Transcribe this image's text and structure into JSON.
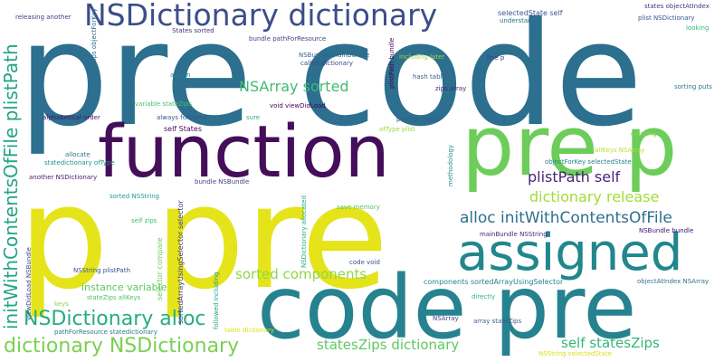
{
  "cloud": {
    "words": [
      {
        "text": "pre code",
        "color": "#2c6f8f"
      },
      {
        "text": "p pre",
        "color": "#e5e41a"
      },
      {
        "text": "code pre",
        "color": "#26828e"
      },
      {
        "text": "function",
        "color": "#440e5a"
      },
      {
        "text": "pre p",
        "color": "#6ccd5a"
      },
      {
        "text": "assigned",
        "color": "#21878c"
      },
      {
        "text": "NSDictionary dictionary",
        "color": "#3b4e8a"
      },
      {
        "text": "initWithContentsOfFile plistPath",
        "color": "#23a584"
      },
      {
        "text": "NSDictionary alloc",
        "color": "#27ad80"
      },
      {
        "text": "dictionary NSDictionary",
        "color": "#7ad052"
      },
      {
        "text": "alloc initWithContentsOfFile",
        "color": "#2e6f8e"
      },
      {
        "text": "plistPath self",
        "color": "#482576"
      },
      {
        "text": "dictionary release",
        "color": "#a5db36"
      },
      {
        "text": "NSArray sorted",
        "color": "#3fbc73"
      },
      {
        "text": "sorted components",
        "color": "#8fd744"
      },
      {
        "text": "statesZips dictionary",
        "color": "#5ec962"
      },
      {
        "text": "self statesZips",
        "color": "#34b679"
      },
      {
        "text": "instance variable",
        "color": "#5dc863"
      },
      {
        "text": "selectedState self",
        "color": "#39568c"
      },
      {
        "text": "States sorted",
        "color": "#46337e"
      },
      {
        "text": "bundle pathForResource",
        "color": "#414487"
      },
      {
        "text": "NSBundle mainBundle",
        "color": "#31688e"
      },
      {
        "text": "called dictionary",
        "color": "#3e4a89"
      },
      {
        "text": "including later",
        "color": "#9fda3a"
      },
      {
        "text": "hash table",
        "color": "#33638d"
      },
      {
        "text": "zips array",
        "color": "#472a7a"
      },
      {
        "text": "line p",
        "color": "#453781"
      },
      {
        "text": "void viewDidLoad",
        "color": "#440154"
      },
      {
        "text": "pointer called",
        "color": "#355f8d"
      },
      {
        "text": "ofType plist",
        "color": "#a0da39"
      },
      {
        "text": "always followed",
        "color": "#3a548c"
      },
      {
        "text": "sure",
        "color": "#2db27d"
      },
      {
        "text": "self States",
        "color": "#46085c"
      },
      {
        "text": "alphabetical order",
        "color": "#481769"
      },
      {
        "text": "releasing another",
        "color": "#443983"
      },
      {
        "text": "assign",
        "color": "#25848e"
      },
      {
        "text": "variable stateZips",
        "color": "#4ac16d"
      },
      {
        "text": "allocate",
        "color": "#2a788e"
      },
      {
        "text": "statedictionary ofType",
        "color": "#20928c"
      },
      {
        "text": "another NSDictionary",
        "color": "#481d6f"
      },
      {
        "text": "bundle NSBundle",
        "color": "#424086"
      },
      {
        "text": "sorted NSString",
        "color": "#1e9c89"
      },
      {
        "text": "self zips",
        "color": "#3cbb75"
      },
      {
        "text": "NSString plistPath",
        "color": "#3a548c"
      },
      {
        "text": "stateZips allKeys",
        "color": "#4cc26c"
      },
      {
        "text": "keys",
        "color": "#8bd646"
      },
      {
        "text": "pathForResource statedictionary",
        "color": "#2a788e"
      },
      {
        "text": "save memory",
        "color": "#52c569"
      },
      {
        "text": "code void",
        "color": "#3b528b"
      },
      {
        "text": "components sortedArrayUsingSelector",
        "color": "#26818e"
      },
      {
        "text": "NSArray",
        "color": "#433e85"
      },
      {
        "text": "array stateZips",
        "color": "#365c8d"
      },
      {
        "text": "directly",
        "color": "#31b57b"
      },
      {
        "text": "NSString selectedState",
        "color": "#d5e21a"
      },
      {
        "text": "mainBundle NSString",
        "color": "#482576"
      },
      {
        "text": "NSBundle bundle",
        "color": "#3b0f70"
      },
      {
        "text": "objectAtIndex NSArray",
        "color": "#2c718e"
      },
      {
        "text": "allKeys NSArray",
        "color": "#bddf26"
      },
      {
        "text": "creating",
        "color": "#84d44b"
      },
      {
        "text": "sorting puts",
        "color": "#2a788e"
      },
      {
        "text": "looking",
        "color": "#35b779"
      },
      {
        "text": "plist NSDictionary",
        "color": "#39568c"
      },
      {
        "text": "states objectAtIndex",
        "color": "#463480"
      },
      {
        "text": "understand",
        "color": "#2d708e"
      },
      {
        "text": "objectForKey selectedState",
        "color": "#277f8e"
      },
      {
        "text": "methodology",
        "color": "#21918c"
      },
      {
        "text": "stateZips objectForKey",
        "color": "#2e6e8e"
      },
      {
        "text": "sortedArrayUsingSelector selector",
        "color": "#433d84"
      },
      {
        "text": "selector compare",
        "color": "#6ece58"
      },
      {
        "text": "followed including",
        "color": "#20a386"
      },
      {
        "text": "NSDictionary allocated",
        "color": "#27ad81"
      },
      {
        "text": "plistPath bundle",
        "color": "#440154"
      },
      {
        "text": "viewDidLoad NSBundle",
        "color": "#3e4989"
      },
      {
        "text": "table dictionary",
        "color": "#d8e219"
      }
    ]
  }
}
